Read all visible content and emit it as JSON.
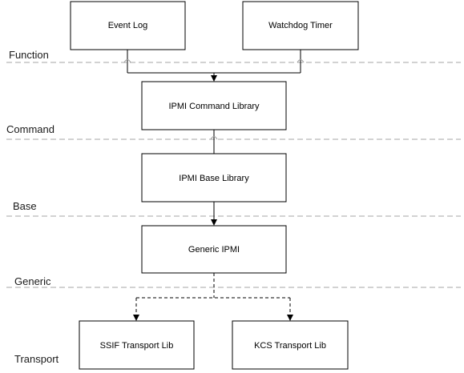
{
  "layers": [
    {
      "id": "function",
      "label": "Function"
    },
    {
      "id": "command",
      "label": "Command"
    },
    {
      "id": "base",
      "label": "Base"
    },
    {
      "id": "generic",
      "label": "Generic"
    },
    {
      "id": "transport",
      "label": "Transport"
    }
  ],
  "boxes": {
    "event_log": "Event Log",
    "watchdog_timer": "Watchdog Timer",
    "command_library": "IPMI Command Library",
    "base_library": "IPMI Base Library",
    "generic_ipmi": "Generic IPMI",
    "ssif_transport": "SSIF Transport Lib",
    "kcs_transport": "KCS Transport Lib"
  },
  "colors": {
    "box_stroke": "#000000",
    "separator": "#a6a6a6",
    "text": "#000000"
  }
}
